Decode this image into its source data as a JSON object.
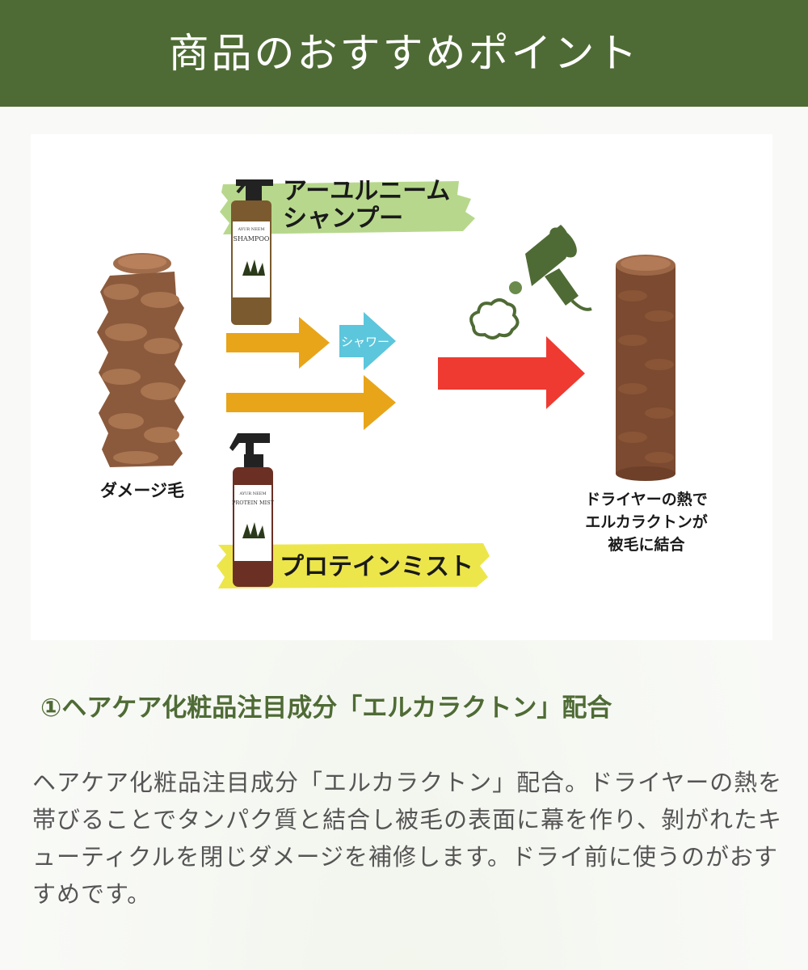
{
  "header": {
    "title": "商品のおすすめポイント"
  },
  "diagram": {
    "shampoo_label_line1": "アーユルニーム",
    "shampoo_label_line2": "シャンプー",
    "shampoo_bottle_text": "SHAMPOO",
    "shampoo_bottle_brand": "AYUR NEEM",
    "mist_label": "プロテインミスト",
    "mist_bottle_text": "PROTEIN MIST",
    "mist_bottle_brand": "AYUR NEEM",
    "shower_label": "シャワー",
    "damaged_label": "ダメージ毛",
    "result_line1": "ドライヤーの熱で",
    "result_line2": "エルカラクトンが",
    "result_line3": "被毛に結合",
    "colors": {
      "green_brush": "#b7d88c",
      "yellow_brush": "#ece64b",
      "orange_arrow": "#e8a519",
      "cyan_arrow": "#5cc6dc",
      "red_arrow": "#ee3a31",
      "hair": "#8b5a3c",
      "dryer": "#4f6b35"
    }
  },
  "section": {
    "title": "①ヘアケア化粧品注目成分「エルカラクトン」配合",
    "body": "ヘアケア化粧品注目成分「エルカラクトン」配合。ドライヤーの熱を帯びることでタンパク質と結合し被毛の表面に幕を作り、剝がれたキューティクルを閉じダメージを補修します。ドライ前に使うのがおすすめです。"
  }
}
